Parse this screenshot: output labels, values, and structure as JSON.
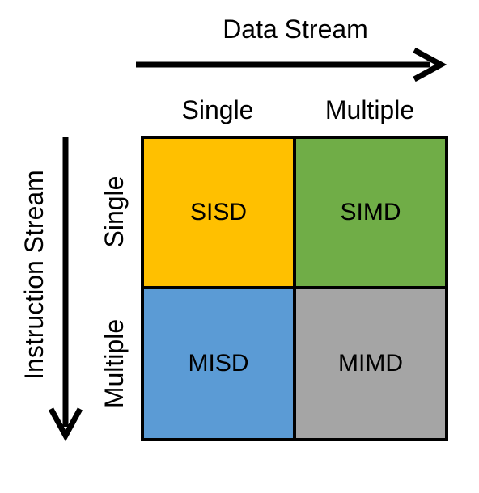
{
  "axes": {
    "data_stream": "Data Stream",
    "instruction_stream": "Instruction Stream"
  },
  "columns": [
    "Single",
    "Multiple"
  ],
  "rows": [
    "Single",
    "Multiple"
  ],
  "cells": [
    {
      "label": "SISD",
      "color": "#FFC000"
    },
    {
      "label": "SIMD",
      "color": "#70AD47"
    },
    {
      "label": "MISD",
      "color": "#5B9BD5"
    },
    {
      "label": "MIMD",
      "color": "#A5A5A5"
    }
  ]
}
